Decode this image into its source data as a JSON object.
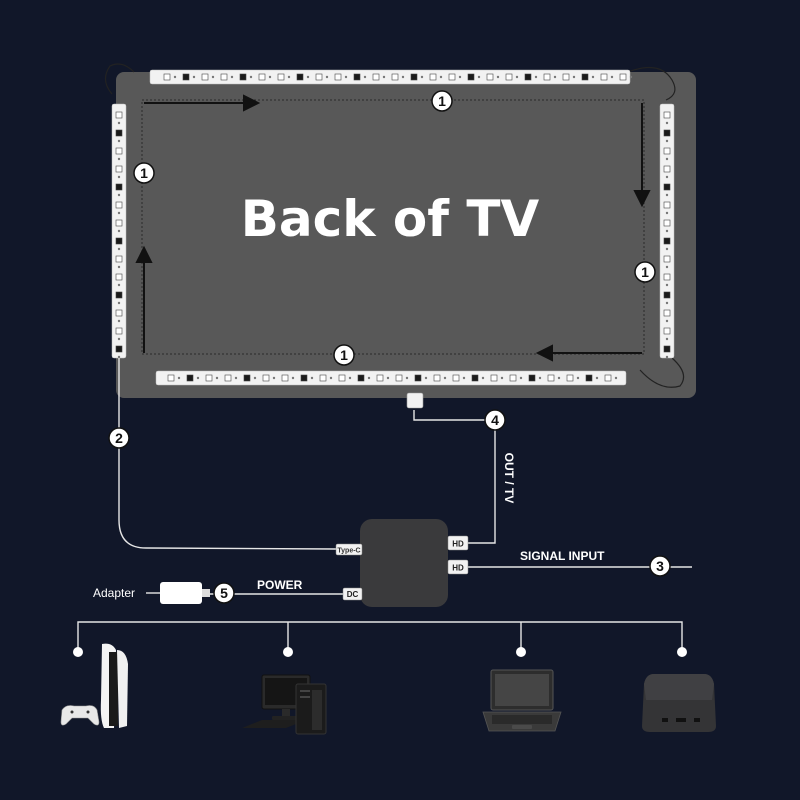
{
  "title": "Back of TV",
  "callouts": {
    "strip_top": "1",
    "strip_left": "1",
    "strip_right": "1",
    "strip_bottom": "1",
    "usb_cable": "2",
    "signal_input": "3",
    "hdmi_out": "4",
    "power": "5"
  },
  "labels": {
    "out_tv": "OUT / TV",
    "signal_input": "SIGNAL INPUT",
    "power": "POWER",
    "adapter": "Adapter"
  },
  "ports": {
    "type_c": "Type-C",
    "hd_out": "HD",
    "hd_in": "HD",
    "dc": "DC"
  },
  "devices": [
    {
      "name": "game-console",
      "icon": "ps5-console-icon"
    },
    {
      "name": "desktop-pc",
      "icon": "desktop-computer-icon"
    },
    {
      "name": "laptop",
      "icon": "laptop-icon"
    },
    {
      "name": "streaming-box",
      "icon": "streaming-box-icon"
    }
  ],
  "colors": {
    "background": "#111729",
    "tv_panel": "#585858",
    "strip": "#f2f2f2",
    "cable": "#e6e6e6",
    "box": "#3a3a3c"
  }
}
